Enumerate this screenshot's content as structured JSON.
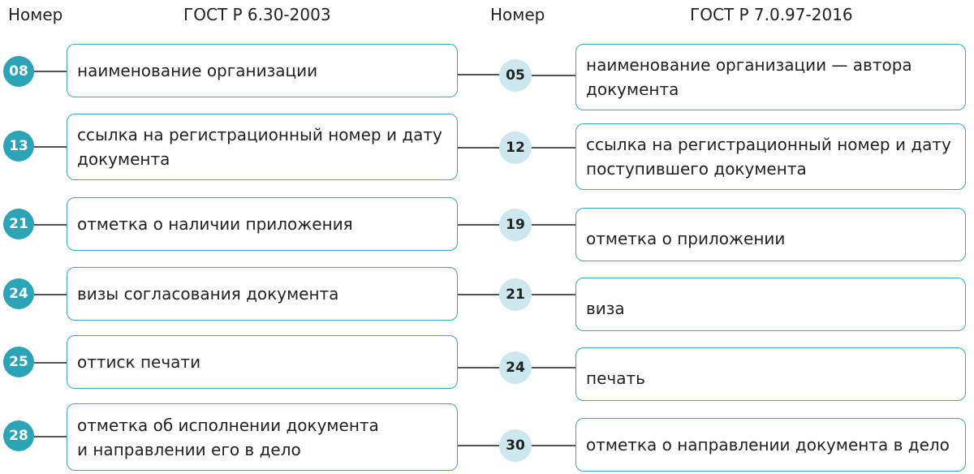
{
  "headers": {
    "left_number": "Номер",
    "left_title": "ГОСТ Р 6.30-2003",
    "right_number": "Номер",
    "right_title": "ГОСТ Р 7.0.97-2016"
  },
  "rows": [
    {
      "left_num": "08",
      "left_text": "наименование организации",
      "right_num": "05",
      "right_text": "наименование организации — автора\nдокумента"
    },
    {
      "left_num": "13",
      "left_text": "ссылка на регистрационный номер и дату\nдокумента",
      "right_num": "12",
      "right_text": "ссылка на регистрационный номер и дату\nпоступившего документа"
    },
    {
      "left_num": "21",
      "left_text": "отметка о наличии приложения",
      "right_num": "19",
      "right_text": "отметка о приложении"
    },
    {
      "left_num": "24",
      "left_text": "визы согласования документа",
      "right_num": "21",
      "right_text": "виза"
    },
    {
      "left_num": "25",
      "left_text": "оттиск печати",
      "right_num": "24",
      "right_text": "печать"
    },
    {
      "left_num": "28",
      "left_text": "отметка об исполнении документа\nи направлении его в дело",
      "right_num": "30",
      "right_text": "отметка о направлении документа в дело"
    }
  ],
  "colors": {
    "accent": "#2aa4b6",
    "border": "#3aa9bd",
    "right_circle": "#cde7ee",
    "line": "#555555"
  }
}
